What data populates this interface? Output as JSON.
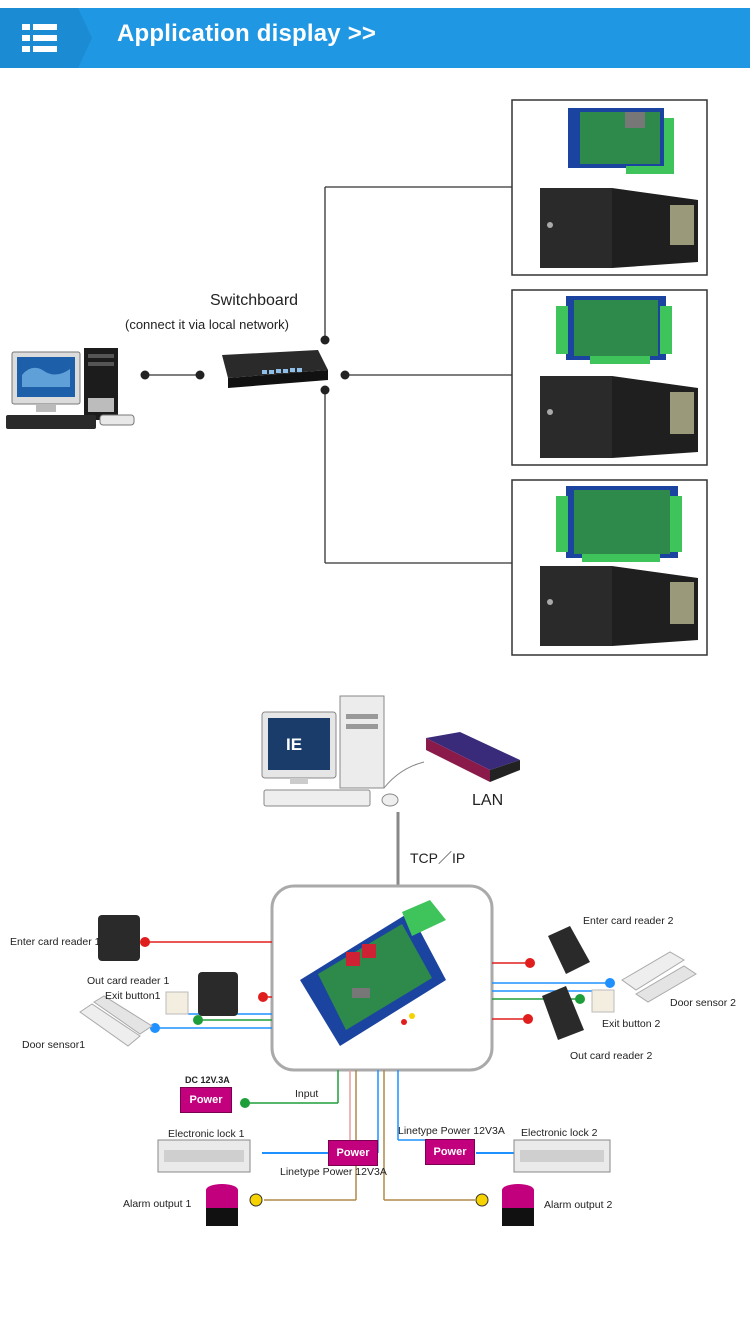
{
  "header": {
    "title": "Application display >>",
    "icon": "list-icon"
  },
  "diagram1": {
    "switch_title": "Switchboard",
    "switch_subtitle": "(connect it via local network)"
  },
  "diagram2": {
    "lan": "LAN",
    "tcpip": "TCP／IP",
    "screen_text": "IE",
    "labels": {
      "enter_reader_1": "Enter card reader 1",
      "out_reader_1": "Out card reader 1",
      "exit_button_1": "Exit button1",
      "door_sensor_1": "Door sensor1",
      "enter_reader_2": "Enter card reader 2",
      "door_sensor_2": "Door sensor 2",
      "exit_button_2": "Exit button 2",
      "out_reader_2": "Out card reader 2",
      "dc_power": "DC 12V.3A",
      "input": "Input",
      "lock_1": "Electronic lock 1",
      "lock_2": "Electronic lock 2",
      "linetype_left": "Linetype Power 12V3A",
      "linetype_right": "Linetype Power 12V3A",
      "alarm_1": "Alarm output 1",
      "alarm_2": "Alarm output 2"
    },
    "power_label": "Power"
  },
  "colors": {
    "header_blue": "#1f97e3",
    "power_magenta": "#c2007d",
    "red": "#e01e1e",
    "green": "#1e9e3a",
    "blue": "#1e90ff",
    "yellow": "#f5d200",
    "brown": "#b08a4a"
  }
}
